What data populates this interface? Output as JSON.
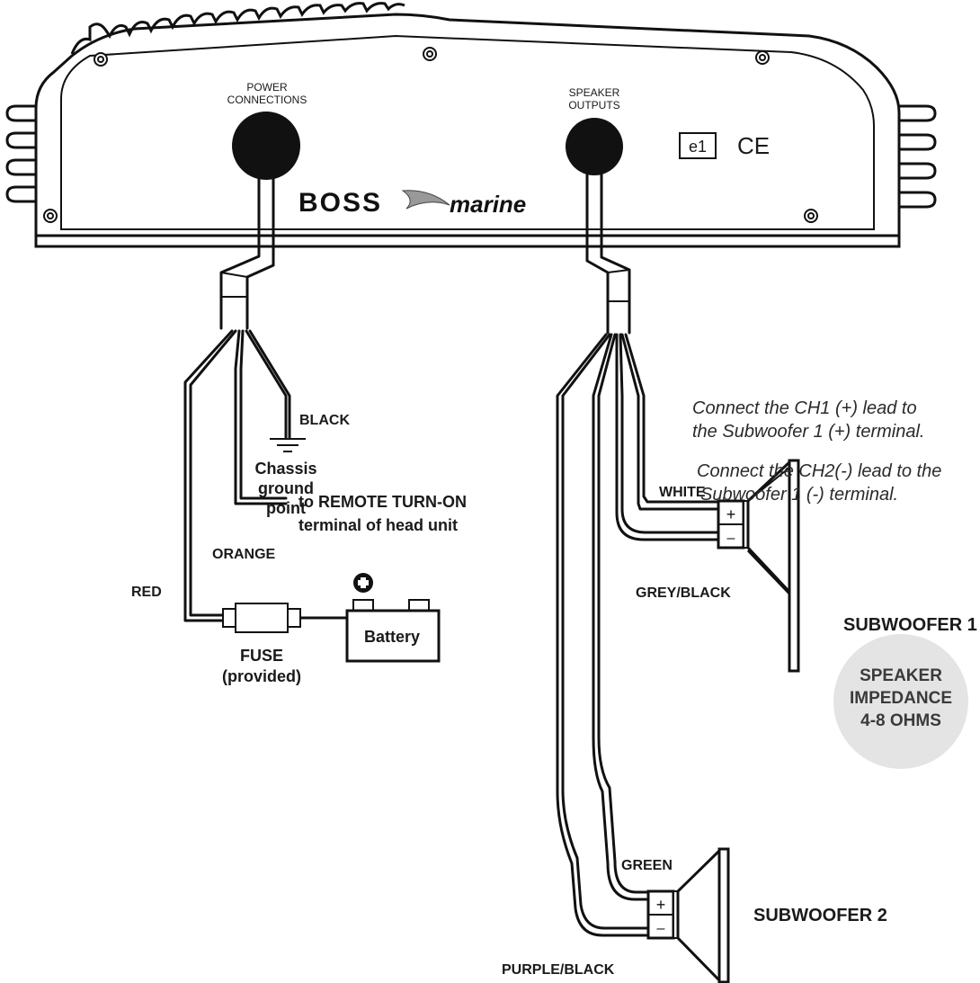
{
  "amplifier": {
    "power_label_1": "POWER",
    "power_label_2": "CONNECTIONS",
    "speaker_label_1": "SPEAKER",
    "speaker_label_2": "OUTPUTS",
    "brand_boss": "BOSS",
    "brand_marine": "marine",
    "e1_mark": "e1",
    "ce_mark": "CE"
  },
  "power_wiring": {
    "black": "BLACK",
    "chassis_1": "Chassis",
    "chassis_2": "ground",
    "chassis_3": "point",
    "remote_1": "to REMOTE TURN-ON",
    "remote_2": "terminal of head unit",
    "orange": "ORANGE",
    "red": "RED",
    "fuse_1": "FUSE",
    "fuse_2": "(provided)",
    "battery": "Battery"
  },
  "notes": {
    "ch1_line1": "Connect the CH1 (+) lead to",
    "ch1_line2": "the  Subwoofer 1 (+) terminal.",
    "ch2_line1": "Connect the CH2(-) lead to the",
    "ch2_line2": "Subwoofer 1 (-) terminal."
  },
  "speaker_wiring": {
    "white": "WHITE",
    "grey_black": "GREY/BLACK",
    "green": "GREEN",
    "purple_black": "PURPLE/BLACK",
    "sub1": "SUBWOOFER 1",
    "sub2": "SUBWOOFER 2",
    "plus": "+",
    "minus": "–",
    "impedance_1": "SPEAKER",
    "impedance_2": "IMPEDANCE",
    "impedance_3": "4-8 OHMS"
  }
}
